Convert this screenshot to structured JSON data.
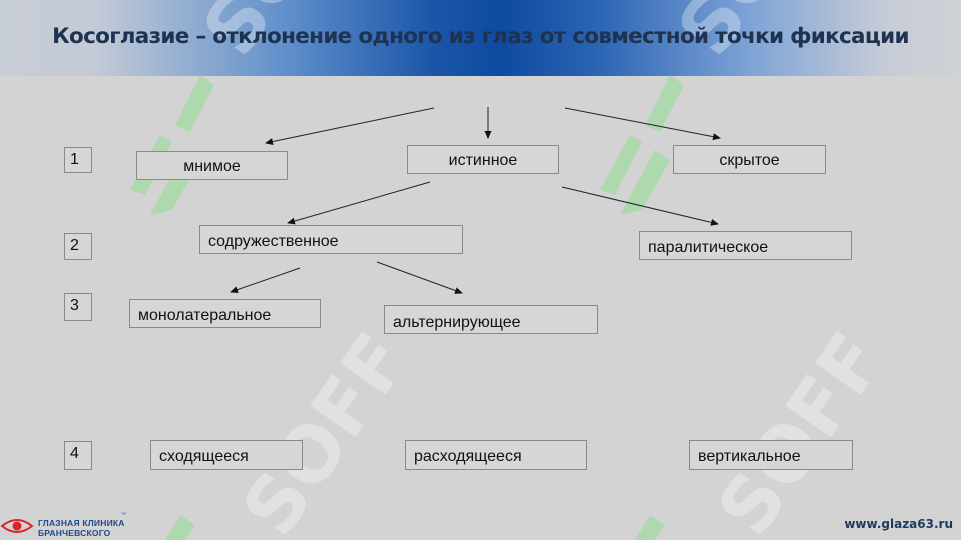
{
  "slide": {
    "title": "Косоглазие – отклонение одного из глаз от совместной точки фиксации",
    "watermark_text": "SOFF"
  },
  "colors": {
    "background": "#d3d3d3",
    "header_blue": "#0e4aa0",
    "title_text": "#1e3350",
    "box_border": "#8a8a8a",
    "watermark_green": "#8fdc8f",
    "logo_red": "#d8242a",
    "logo_blue": "#214a8a"
  },
  "levels": [
    {
      "number": "1",
      "items": [
        "мнимое",
        "истинное",
        "скрытое"
      ]
    },
    {
      "number": "2",
      "items": [
        "содружественное",
        "паралитическое"
      ]
    },
    {
      "number": "3",
      "items": [
        "монолатеральное",
        "альтернирующее"
      ]
    },
    {
      "number": "4",
      "items": [
        "сходящееся",
        "расходящееся",
        "вертикальное"
      ]
    }
  ],
  "footer": {
    "logo_line1": "ГЛАЗНАЯ КЛИНИКА",
    "logo_line2": "БРАНЧЕВСКОГО",
    "logo_tm": "™",
    "logo_icon": "eye-icon",
    "url": "www.glaza63.ru"
  }
}
